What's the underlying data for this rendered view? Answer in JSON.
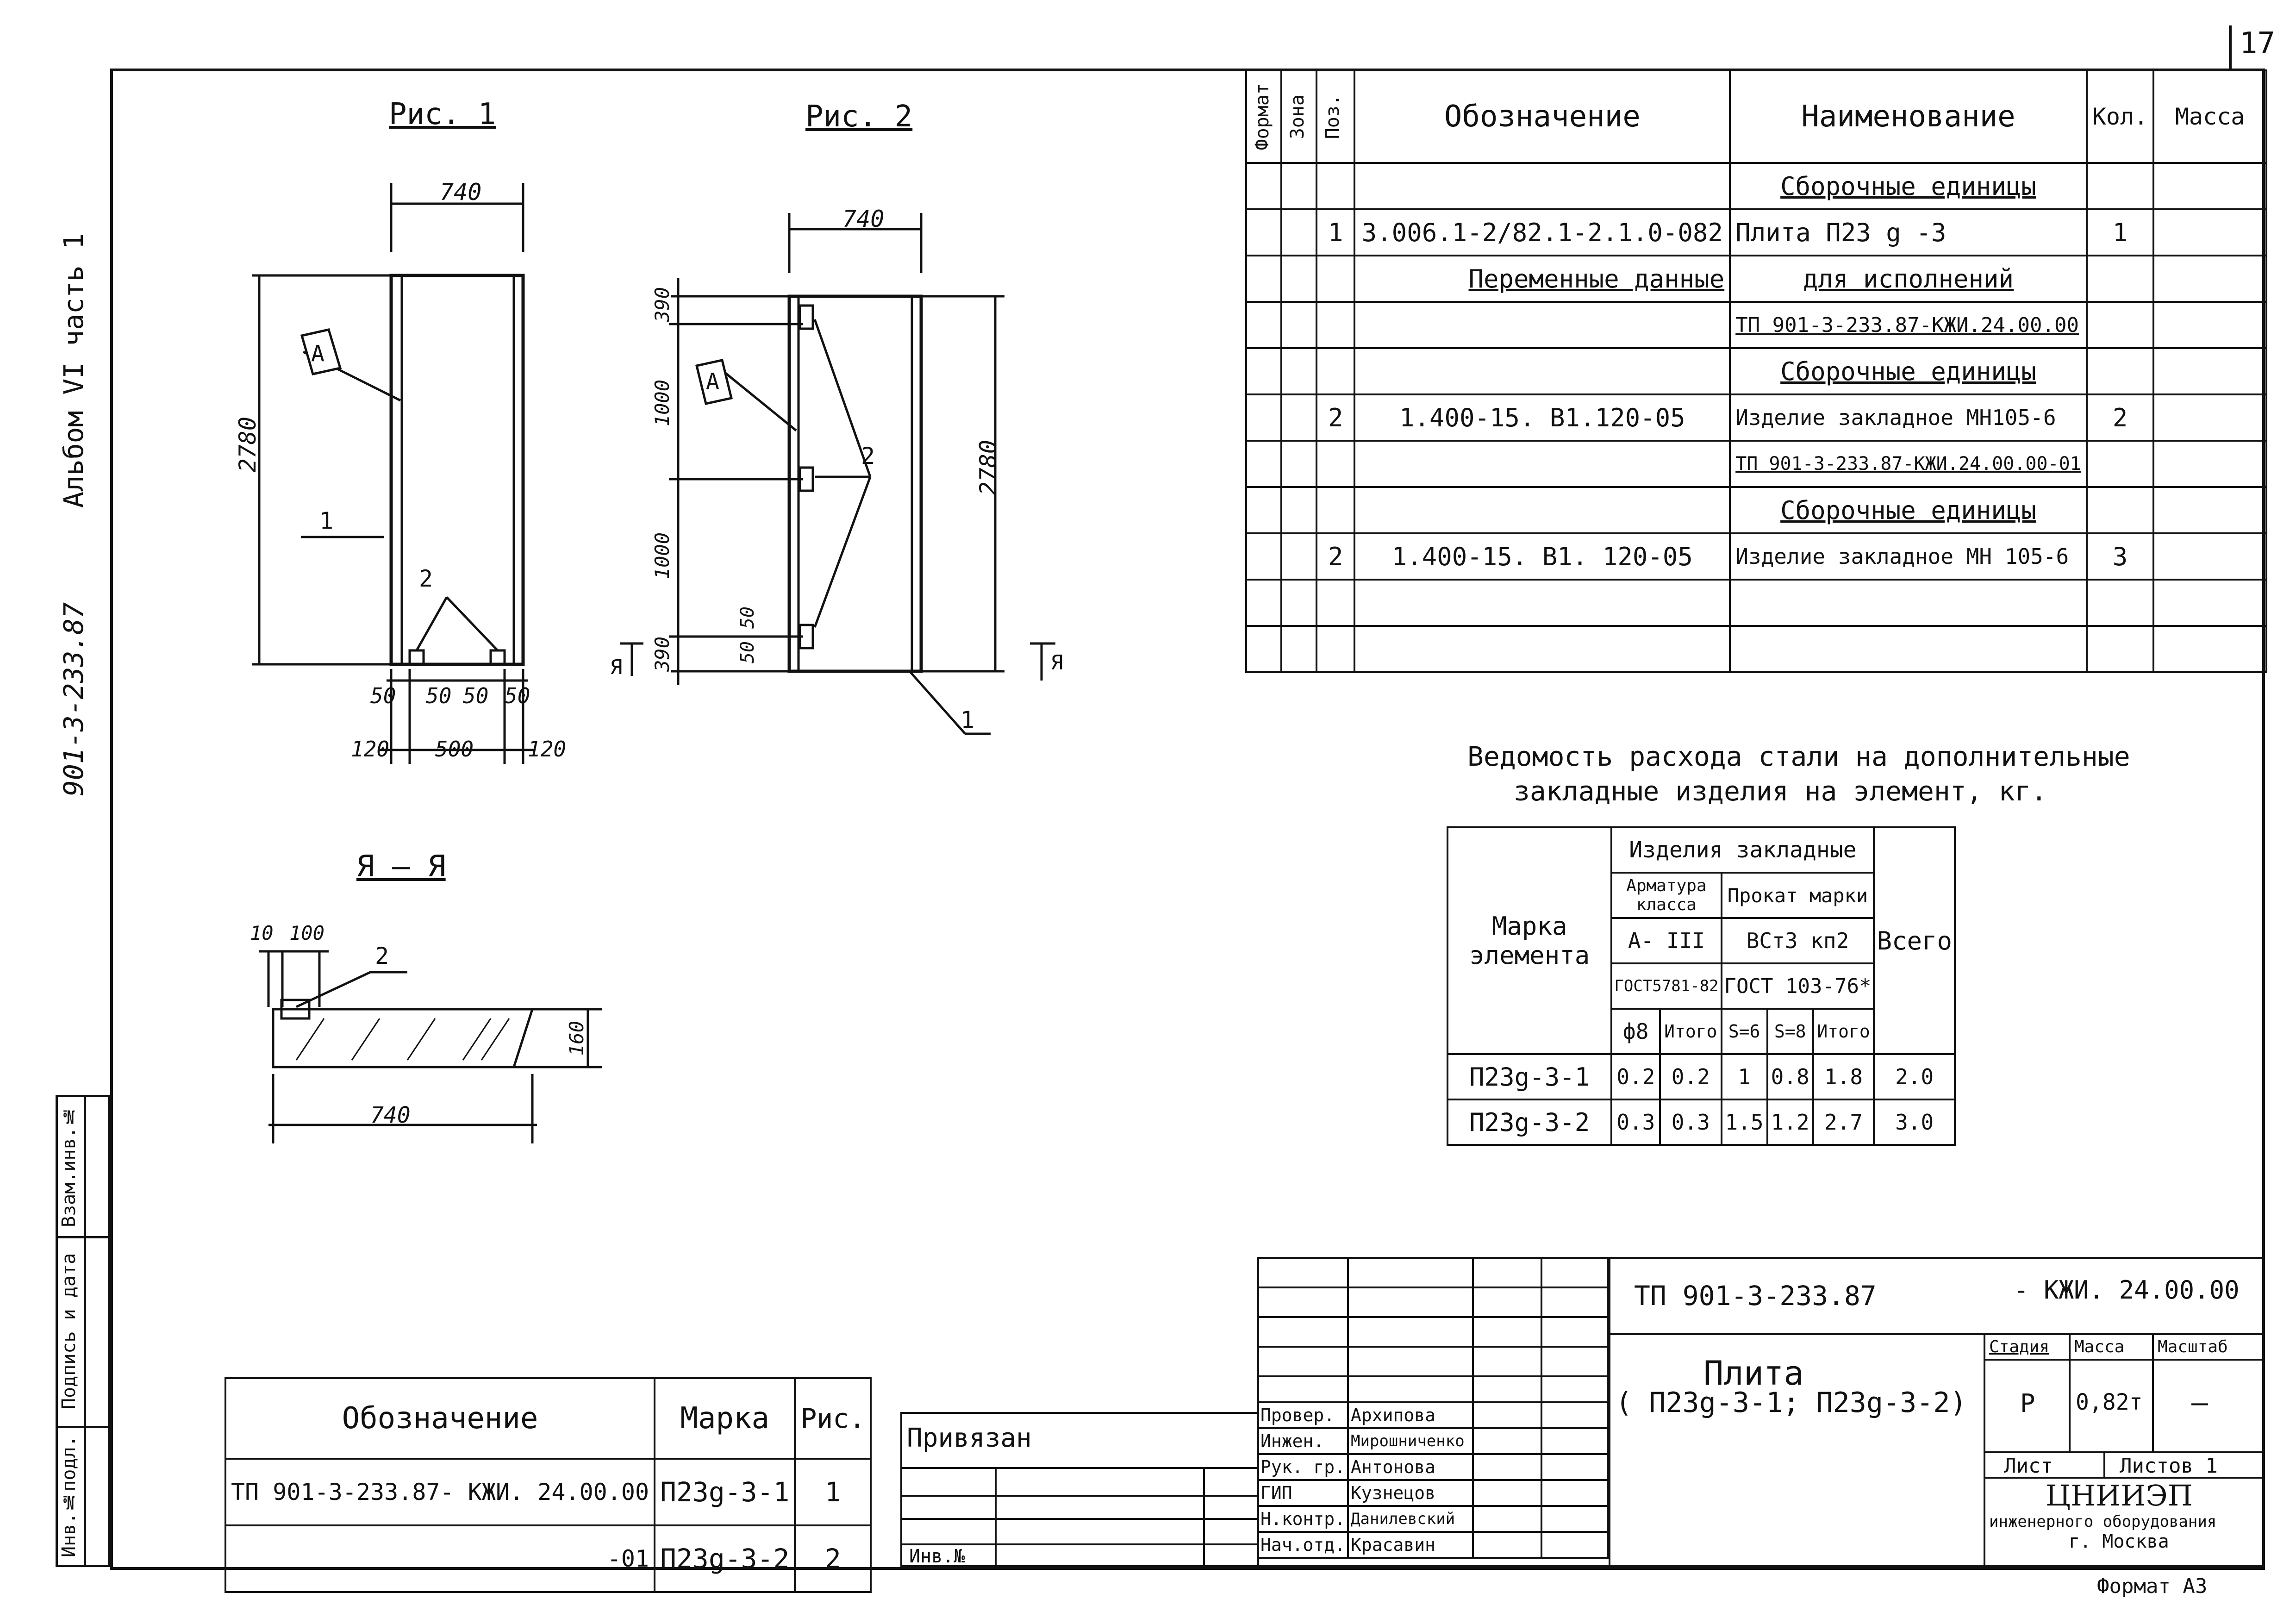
{
  "sheet": {
    "number": "17",
    "format": "Формат А3"
  },
  "side_labels": {
    "album": "Альбом VI часть 1",
    "code": "901-3-233.87"
  },
  "left_strip": [
    "Инв.№подл.",
    "Подпись и дата",
    "Взам.инв.№"
  ],
  "figures": {
    "fig1": {
      "caption": "Рис. 1",
      "width": "740",
      "height": "2780",
      "tag": "А",
      "part1": "1",
      "part2": "2",
      "dims": [
        "50",
        "50",
        "50",
        "50",
        "120",
        "500",
        "120"
      ]
    },
    "fig2": {
      "caption": "Рис. 2",
      "width": "740",
      "height": "2780",
      "tag": "А",
      "part1": "1",
      "part2": "2",
      "dims_left": [
        "390",
        "1000",
        "1000",
        "50",
        "50",
        "390"
      ],
      "section_mark": "Я"
    },
    "section": {
      "caption": "Я – Я",
      "dims": [
        "10",
        "100",
        "160",
        "740"
      ],
      "part2": "2"
    }
  },
  "spec_table": {
    "headers": {
      "format": "Формат",
      "zone": "Зона",
      "pos": "Поз.",
      "designation": "Обозначение",
      "name": "Наименование",
      "qty": "Кол.",
      "mass": "Масса"
    },
    "rows": [
      {
        "pos": "",
        "designation": "",
        "name": "Сборочные единицы",
        "qty": ""
      },
      {
        "pos": "1",
        "designation": "3.006.1-2/82.1-2.1.0-082",
        "name": "Плита  П23 g -3",
        "qty": "1"
      },
      {
        "pos": "",
        "designation": "Переменные данные",
        "name": "для исполнений",
        "qty": ""
      },
      {
        "pos": "",
        "designation": "",
        "name": "ТП 901-3-233.87-КЖИ.24.00.00",
        "qty": ""
      },
      {
        "pos": "",
        "designation": "",
        "name": "Сборочные единицы",
        "qty": ""
      },
      {
        "pos": "2",
        "designation": "1.400-15. В1.120-05",
        "name": "Изделие закладное МН105-6",
        "qty": "2"
      },
      {
        "pos": "",
        "designation": "",
        "name": "ТП 901-3-233.87-КЖИ.24.00.00-01",
        "qty": ""
      },
      {
        "pos": "",
        "designation": "",
        "name": "Сборочные единицы",
        "qty": ""
      },
      {
        "pos": "2",
        "designation": "1.400-15. В1. 120-05",
        "name": "Изделие закладное МН 105-6",
        "qty": "3"
      },
      {
        "pos": "",
        "designation": "",
        "name": "",
        "qty": ""
      },
      {
        "pos": "",
        "designation": "",
        "name": "",
        "qty": ""
      }
    ]
  },
  "steel_table": {
    "title1": "Ведомость расхода стали на дополнительные",
    "title2": "закладные изделия на элемент, кг.",
    "mark_header": "Марка элемента",
    "group": "Изделия закладные",
    "rebar": "Арматура класса",
    "rolled": "Прокат марки",
    "total": "Всего",
    "rebar_class": "А- III",
    "rolled_grade": "ВСт3 кп2",
    "rebar_gost": "ГОСТ5781-82",
    "rolled_gost": "ГОСТ 103-76*",
    "cols": [
      "ф8",
      "Итого",
      "S=6",
      "S=8",
      "Итого"
    ],
    "rows": [
      {
        "mark": "П23g-3-1",
        "v": [
          "0.2",
          "0.2",
          "1",
          "0.8",
          "1.8"
        ],
        "total": "2.0"
      },
      {
        "mark": "П23g-3-2",
        "v": [
          "0.3",
          "0.3",
          "1.5",
          "1.2",
          "2.7"
        ],
        "total": "3.0"
      }
    ]
  },
  "designs_table": {
    "headers": {
      "designation": "Обозначение",
      "mark": "Марка",
      "fig": "Рис."
    },
    "rows": [
      {
        "designation": "ТП 901-3-233.87- КЖИ. 24.00.00",
        "mark": "П23g-3-1",
        "fig": "1"
      },
      {
        "designation": "-01",
        "mark": "П23g-3-2",
        "fig": "2"
      }
    ]
  },
  "binding": {
    "label": "Привязан",
    "inv": "Инв.№"
  },
  "title_block": {
    "project": "ТП 901-3-233.87",
    "doc": "- КЖИ. 24.00.00",
    "name": "Плита",
    "variants": "( П23g-3-1; П23g-3-2)",
    "stage_h": "Стадия",
    "mass_h": "Масса",
    "scale_h": "Масштаб",
    "stage": "Р",
    "mass": "0,82т",
    "scale": "—",
    "sheet_h": "Лист",
    "sheets_h": "Листов 1",
    "org1": "ЦНИИЭП",
    "org2": "инженерного оборудования",
    "org3": "г. Москва",
    "staff": [
      {
        "role": "Провер.",
        "name": "Архипова"
      },
      {
        "role": "Инжен.",
        "name": "Мирошниченко"
      },
      {
        "role": "Рук. гр.",
        "name": "Антонова"
      },
      {
        "role": "ГИП",
        "name": "Кузнецов"
      },
      {
        "role": "Н.контр.",
        "name": "Данилевский"
      },
      {
        "role": "Нач.отд.",
        "name": "Красавин"
      }
    ]
  }
}
